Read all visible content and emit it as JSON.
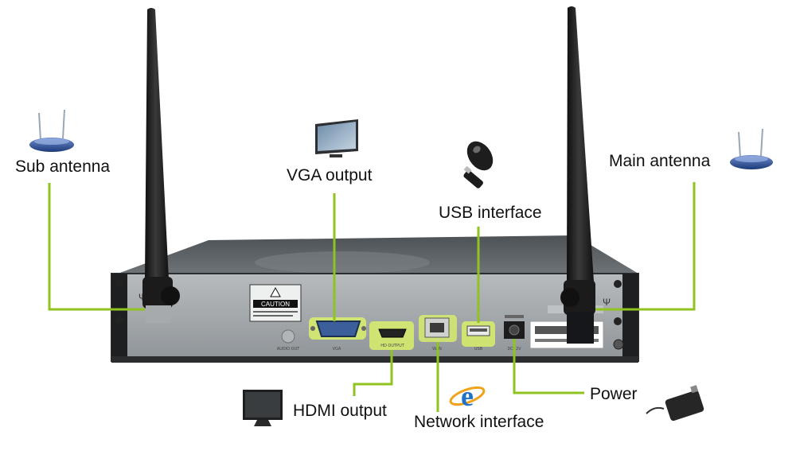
{
  "labels": {
    "sub_antenna": "Sub antenna",
    "vga_output": "VGA output",
    "usb_interface": "USB interface",
    "main_antenna": "Main antenna",
    "hdmi_output": "HDMI output",
    "network_interface": "Network interface",
    "power": "Power"
  },
  "panel_text": {
    "caution": "CAUTION",
    "audio_out": "AUDIO OUT",
    "vga": "VGA",
    "hd_output": "HD OUTPUT",
    "wan": "WAN",
    "usb": "USB",
    "dc12v": "DC12V"
  },
  "colors": {
    "leader_line": "#8fc31f",
    "port_highlight": "#d8f06a",
    "chassis_top": "#5c6266",
    "chassis_front": "#a5aaae",
    "antenna": "#1c1c1c"
  },
  "icons": [
    "router-icon",
    "monitor-icon",
    "mouse-icon",
    "usb-stick-icon",
    "internet-explorer-icon",
    "power-adapter-icon"
  ]
}
